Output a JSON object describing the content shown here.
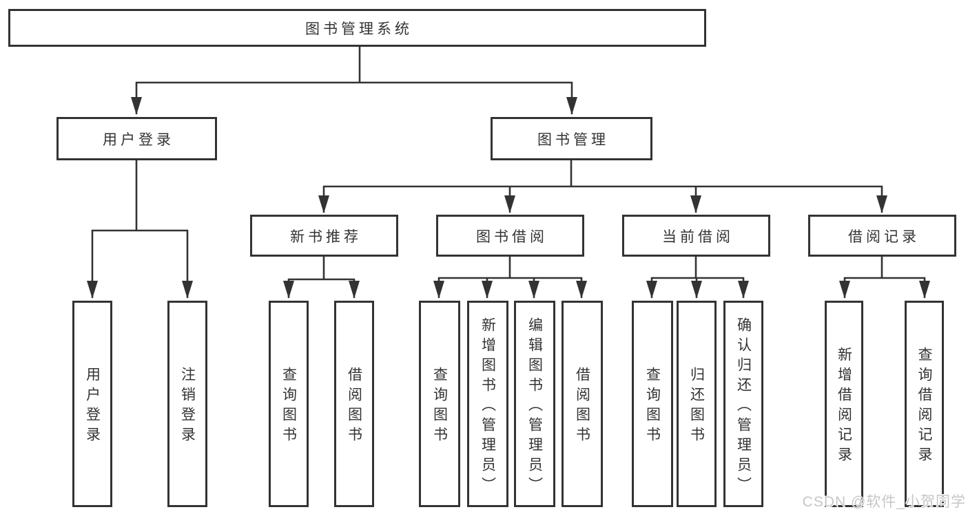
{
  "diagram_title": "图书管理系统",
  "nodes": {
    "root": {
      "label": "图书管理系统"
    },
    "user_login": {
      "label": "用户登录"
    },
    "book_mgmt": {
      "label": "图书管理"
    },
    "new_book_rec": {
      "label": "新书推荐"
    },
    "book_borrow": {
      "label": "图书借阅"
    },
    "current_borrow": {
      "label": "当前借阅"
    },
    "borrow_records": {
      "label": "借阅记录"
    },
    "leaf_user_login": {
      "label": "用户登录"
    },
    "leaf_logout": {
      "label": "注销登录"
    },
    "leaf_query_book_rec": {
      "label": "查询图书"
    },
    "leaf_borrow_book_rec": {
      "label": "借阅图书"
    },
    "leaf_query_book_borrow": {
      "label": "查询图书"
    },
    "leaf_add_book": {
      "label": "新增图书（管理员）"
    },
    "leaf_edit_book": {
      "label": "编辑图书（管理员）"
    },
    "leaf_borrow_book": {
      "label": "借阅图书"
    },
    "leaf_query_book_current": {
      "label": "查询图书"
    },
    "leaf_return_book": {
      "label": "归还图书"
    },
    "leaf_confirm_return": {
      "label": "确认归还（管理员）"
    },
    "leaf_add_record": {
      "label": "新增借阅记录"
    },
    "leaf_query_record": {
      "label": "查询借阅记录"
    }
  },
  "tree": {
    "图书管理系统": {
      "用户登录": [
        "用户登录",
        "注销登录"
      ],
      "图书管理": {
        "新书推荐": [
          "查询图书",
          "借阅图书"
        ],
        "图书借阅": [
          "查询图书",
          "新增图书（管理员）",
          "编辑图书（管理员）",
          "借阅图书"
        ],
        "当前借阅": [
          "查询图书",
          "归还图书",
          "确认归还（管理员）"
        ],
        "借阅记录": [
          "新增借阅记录",
          "查询借阅记录"
        ]
      }
    }
  },
  "colors": {
    "box_border": "#333333",
    "connector_line": "#333333",
    "text": "#333333",
    "background": "#ffffff",
    "watermark_text_color": "#c6c6c6"
  },
  "watermark": {
    "text": "CSDN @软件_小贺同学"
  }
}
